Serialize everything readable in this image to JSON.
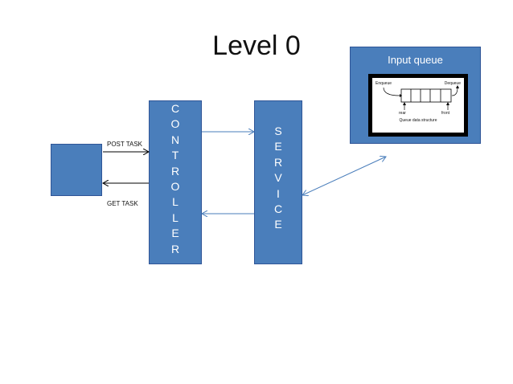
{
  "diagram": {
    "title": "Level 0",
    "controller_letters": [
      "C",
      "O",
      "N",
      "T",
      "R",
      "O",
      "L",
      "L",
      "E",
      "R"
    ],
    "service_letters": [
      "S",
      "E",
      "R",
      "V",
      "I",
      "C",
      "E"
    ],
    "queue_title": "Input queue",
    "post_task_label": "POST TASK",
    "get_task_label": "GET TASK",
    "queue_image": {
      "enqueue": "Enqueue",
      "dequeue": "Dequeue",
      "rear": "rear",
      "front": "front",
      "caption": "Queue data structure"
    }
  },
  "colors": {
    "box_fill": "#4a7ebb",
    "box_border": "#2f5597",
    "arrow_blue": "#4a7ebb",
    "arrow_black": "#000000"
  }
}
